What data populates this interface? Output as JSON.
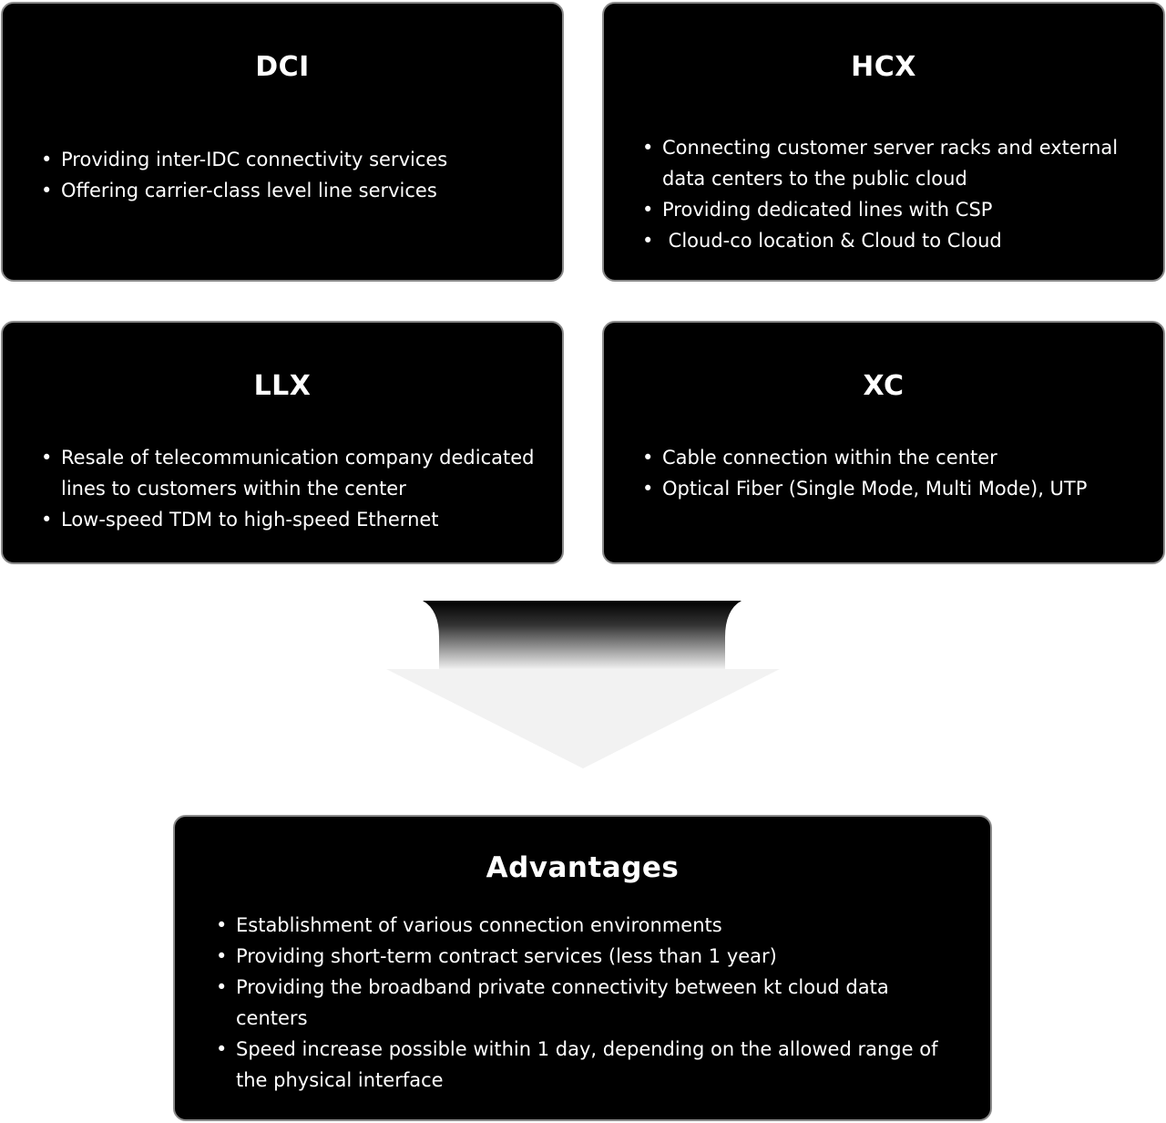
{
  "services": {
    "dci": {
      "title": "DCI",
      "items": [
        "Providing inter-IDC connectivity services",
        "Offering carrier-class level line services"
      ]
    },
    "hcx": {
      "title": "HCX",
      "items": [
        "Connecting customer server racks and external data centers to the public cloud",
        "Providing dedicated lines with CSP",
        " Cloud-co location & Cloud to Cloud"
      ]
    },
    "llx": {
      "title": "LLX",
      "items": [
        "Resale of telecommunication company dedicated lines to customers within the center",
        "Low-speed TDM to high-speed Ethernet"
      ]
    },
    "xc": {
      "title": "XC",
      "items": [
        "Cable connection within the center",
        "Optical Fiber (Single Mode, Multi Mode), UTP"
      ]
    }
  },
  "advantages": {
    "title": "Advantages",
    "items": [
      "Establishment of various connection environments",
      "Providing short-term contract services (less than 1 year)",
      "Providing the broadband private connectivity between kt cloud data centers",
      "Speed increase possible within 1 day, depending on the allowed range of the physical interface"
    ]
  },
  "colors": {
    "box_fill": "#000000",
    "box_border": "#8a8a8a",
    "text": "#ffffff",
    "arrow_light": "#f2f2f2"
  }
}
